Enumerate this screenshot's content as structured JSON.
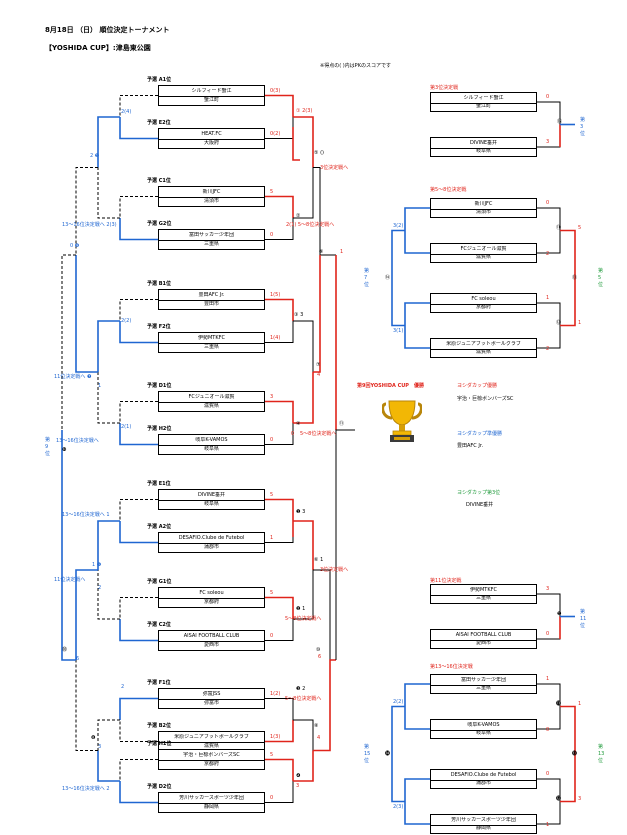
{
  "header": {
    "title": "8月18日 （日） 順位決定トーナメント",
    "venue": "【YOSHIDA CUP】:津島東公園",
    "note": "※得点の( )内はPKのスコアです"
  },
  "colors": {
    "red": "#e0241b",
    "blue": "#1f66d1",
    "green": "#1e9a3a",
    "black": "#000000"
  },
  "main": {
    "slots": [
      {
        "seed": "予選 A1位",
        "name": "シルフィード蟹江",
        "pref": "蟹江町",
        "score": "0(3)"
      },
      {
        "seed": "予選 E2位",
        "name": "HEAT.FC",
        "pref": "大阪府",
        "score": "0(2)"
      },
      {
        "seed": "予選 C1位",
        "name": "新川JFC",
        "pref": "清須市",
        "score": "5"
      },
      {
        "seed": "予選 G2位",
        "name": "富田サッカー少年団",
        "pref": "三重県",
        "score": "0"
      },
      {
        "seed": "予選 B1位",
        "name": "豊田AFC Jr.",
        "pref": "豊田市",
        "score": "1(5)"
      },
      {
        "seed": "予選 F2位",
        "name": "伊勢MTKFC",
        "pref": "三重県",
        "score": "1(4)"
      },
      {
        "seed": "予選 D1位",
        "name": "FCジュニオール滋賀",
        "pref": "滋賀県",
        "score": "3"
      },
      {
        "seed": "予選 H2位",
        "name": "岐阜K-VAMOS",
        "pref": "岐阜県",
        "score": "0"
      },
      {
        "seed": "予選 E1位",
        "name": "DIVINE垂井",
        "pref": "岐阜県",
        "score": "5"
      },
      {
        "seed": "予選 A2位",
        "name": "DESAFIO.Clube de Futebol",
        "pref": "蒲郡市",
        "score": "1"
      },
      {
        "seed": "予選 G1位",
        "name": "FC soleou",
        "pref": "京都府",
        "score": "5"
      },
      {
        "seed": "予選 C2位",
        "name": "AISAI FOOTBALL CLUB",
        "pref": "愛西市",
        "score": "0"
      },
      {
        "seed": "予選 F1位",
        "name": "弥富JSS",
        "pref": "弥富市",
        "score": "1(2)"
      },
      {
        "seed": "予選 B2位",
        "name": "米原ジュニアフットボールクラブ",
        "pref": "滋賀県",
        "score": "1(3)"
      },
      {
        "seed": "予選 H1位",
        "name": "宇治・巨椋ボンバーズSC",
        "pref": "京都府",
        "score": "5"
      },
      {
        "seed": "予選 D2位",
        "name": "芳川サッカースポーツ少年団",
        "pref": "静岡県",
        "score": "0"
      }
    ],
    "right_labels": [
      {
        "text": "① 2(3)",
        "color": "red"
      },
      {
        "text": "⑤ ()",
        "color": "black"
      },
      {
        "text": "3位決定戦へ",
        "color": "red"
      },
      {
        "text": "②",
        "color": "black"
      },
      {
        "text": "2(1) 5～8位決定戦へ",
        "color": "red"
      },
      {
        "text": "⑨",
        "color": "black"
      },
      {
        "text": "1",
        "color": "red"
      },
      {
        "text": "③ 3",
        "color": "black"
      },
      {
        "text": "⑦",
        "color": "black"
      },
      {
        "text": "4",
        "color": "red"
      },
      {
        "text": "④",
        "color": "black"
      },
      {
        "text": "0",
        "color": "red"
      },
      {
        "text": "5～8位決定戦へ",
        "color": "red"
      },
      {
        "text": "⑪",
        "color": "black"
      },
      {
        "text": "❶ 3",
        "color": "black"
      },
      {
        "text": "⑥ 1",
        "color": "black"
      },
      {
        "text": "3位決定戦へ",
        "color": "red"
      },
      {
        "text": "❷ 1",
        "color": "black"
      },
      {
        "text": "5～8位決定戦へ",
        "color": "red"
      },
      {
        "text": "⑩",
        "color": "black"
      },
      {
        "text": "6",
        "color": "red"
      },
      {
        "text": "❸ 2",
        "color": "black"
      },
      {
        "text": "5～8位決定戦へ",
        "color": "red"
      },
      {
        "text": "⑧",
        "color": "black"
      },
      {
        "text": "4",
        "color": "red"
      },
      {
        "text": "❹",
        "color": "black"
      },
      {
        "text": "3",
        "color": "red"
      }
    ],
    "left_labels": [
      {
        "text": "2(4)",
        "color": "blue"
      },
      {
        "text": "2 ❺",
        "color": "blue"
      },
      {
        "text": "13～16位決定戦へ 2(3)",
        "color": "blue"
      },
      {
        "text": "0 ❾",
        "color": "blue"
      },
      {
        "text": "2(2)",
        "color": "blue"
      },
      {
        "text": "11位決定戦へ ❼",
        "color": "blue"
      },
      {
        "text": "1",
        "color": "blue"
      },
      {
        "text": "2(1)",
        "color": "blue"
      },
      {
        "text": "13～16位決定戦へ",
        "color": "blue"
      },
      {
        "text": "第",
        "color": "blue"
      },
      {
        "text": "❿",
        "color": "black"
      },
      {
        "text": "9",
        "color": "blue"
      },
      {
        "text": "位",
        "color": "blue"
      },
      {
        "text": "13～16位決定戦へ 1",
        "color": "blue"
      },
      {
        "text": "1 ❻",
        "color": "blue"
      },
      {
        "text": "11位決定戦へ",
        "color": "blue"
      },
      {
        "text": "2",
        "color": "blue"
      },
      {
        "text": "⓾",
        "color": "black"
      },
      {
        "text": "6",
        "color": "blue"
      },
      {
        "text": "2",
        "color": "blue"
      },
      {
        "text": "❽",
        "color": "black"
      },
      {
        "text": "3",
        "color": "blue"
      },
      {
        "text": "13～16位決定戦へ 2",
        "color": "blue"
      }
    ]
  },
  "third_place": {
    "title": "第3位決定戦",
    "teams": [
      {
        "name": "シルフィード蟹江",
        "pref": "蟹江町",
        "score": "0"
      },
      {
        "name": "DIVINE垂井",
        "pref": "岐阜県",
        "score": "3"
      }
    ],
    "match_no": "⑮",
    "result": [
      "第",
      "3",
      "位"
    ]
  },
  "fifth_eighth": {
    "title": "第5～8位決定戦",
    "teams": [
      {
        "name": "新川JFC",
        "pref": "清須市",
        "score": "0"
      },
      {
        "name": "FCジュニオール滋賀",
        "pref": "滋賀県",
        "score": "2"
      },
      {
        "name": "FC soleou",
        "pref": "京都府",
        "score": "1"
      },
      {
        "name": "米原ジュニアフットボールクラブ",
        "pref": "滋賀県",
        "score": "2"
      }
    ],
    "labels": {
      "left_top": "3(2)",
      "left_bottom": "3(1)",
      "left_mid": "⑭",
      "m1": "⑪",
      "m2": "⑫",
      "final": "⑬",
      "s1": "5",
      "s2": "1"
    },
    "left_result": [
      "第",
      "7",
      "位"
    ],
    "right_result": [
      "第",
      "5",
      "位"
    ]
  },
  "results": {
    "title": "第9回YOSHIDA CUP　優勝",
    "champion_label": "ヨシダカップ優勝",
    "champion": "宇治・巨椋ボンバーズSC",
    "runner_label": "ヨシダカップ準優勝",
    "runner": "豊田AFC Jr.",
    "third_label": "ヨシダカップ第3位",
    "third": "DIVINE垂井"
  },
  "eleventh": {
    "title": "第11位決定戦",
    "teams": [
      {
        "name": "伊勢MTKFC",
        "pref": "三重県",
        "score": "3"
      },
      {
        "name": "AISAI FOOTBALL CLUB",
        "pref": "愛西市",
        "score": "0"
      }
    ],
    "match_no": "❺",
    "result": [
      "第",
      "11",
      "位"
    ]
  },
  "thirteenth": {
    "title": "第13～16位決定戦",
    "teams": [
      {
        "name": "富田サッカー少年団",
        "pref": "三重県",
        "score": "1"
      },
      {
        "name": "岐阜K-VAMOS",
        "pref": "岐阜県",
        "score": "0"
      },
      {
        "name": "DESAFIO.Clube de Futebol",
        "pref": "蒲郡市",
        "score": "0"
      },
      {
        "name": "芳川サッカースポーツ少年団",
        "pref": "静岡県",
        "score": "1"
      }
    ],
    "labels": {
      "left_top": "2(2)",
      "left_bottom": "2(3)",
      "left_mid": "⓮",
      "m1": "⓫",
      "m2": "⓬",
      "final": "⓭",
      "s1": "1",
      "s2": "3"
    },
    "left_result": [
      "第",
      "15",
      "位"
    ],
    "right_result": [
      "第",
      "13",
      "位"
    ]
  }
}
